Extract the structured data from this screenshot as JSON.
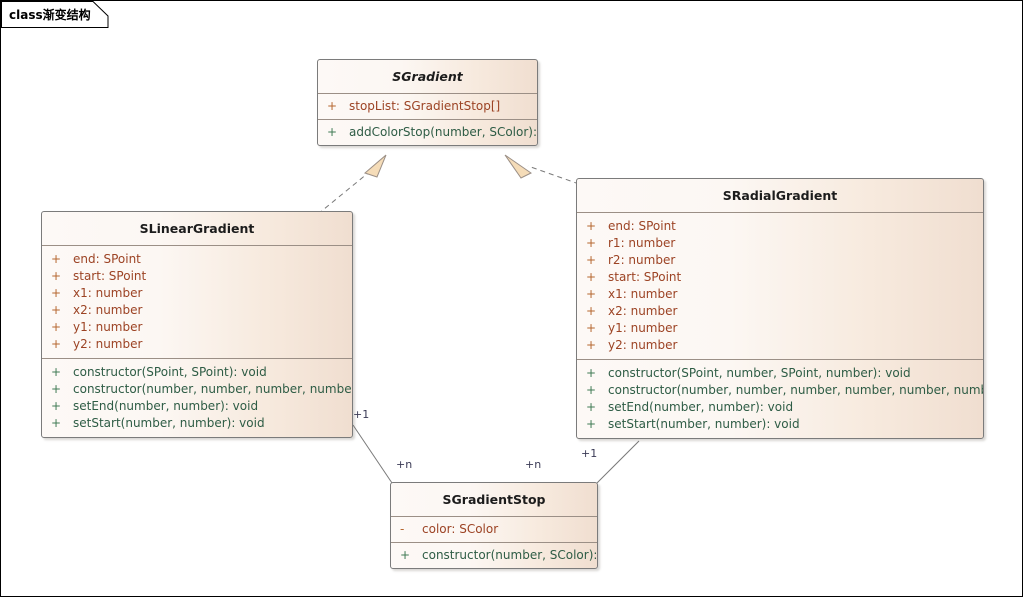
{
  "diagram": {
    "tab_label": "class渐变结构",
    "type": "uml-class-diagram",
    "colors": {
      "box_border": "#7b7b7b",
      "box_fill_left": "#fdf9f6",
      "box_fill_right": "#f0ded0",
      "attribute_text": "#9c4324",
      "attribute_visibility": "#b5662f",
      "operation_text": "#2e5c45",
      "operation_visibility": "#3f7a54",
      "connector": "#7a7a7a",
      "arrow_fill": "#f5dcb8",
      "multiplicity_text": "#3a3a55",
      "canvas": "#ffffff"
    }
  },
  "classes": {
    "sgradient": {
      "name": "SGradient",
      "abstract": true,
      "attributes": [
        {
          "visibility": "+",
          "text": "stopList: SGradientStop[]"
        }
      ],
      "operations": [
        {
          "visibility": "+",
          "text": "addColorStop(number, SColor): void"
        }
      ]
    },
    "slineargradient": {
      "name": "SLinearGradient",
      "abstract": false,
      "attributes": [
        {
          "visibility": "+",
          "text": "end: SPoint"
        },
        {
          "visibility": "+",
          "text": "start: SPoint"
        },
        {
          "visibility": "+",
          "text": "x1: number"
        },
        {
          "visibility": "+",
          "text": "x2: number"
        },
        {
          "visibility": "+",
          "text": "y1: number"
        },
        {
          "visibility": "+",
          "text": "y2: number"
        }
      ],
      "operations": [
        {
          "visibility": "+",
          "text": "constructor(SPoint, SPoint): void"
        },
        {
          "visibility": "+",
          "text": "constructor(number, number, number, number): void"
        },
        {
          "visibility": "+",
          "text": "setEnd(number, number): void"
        },
        {
          "visibility": "+",
          "text": "setStart(number, number): void"
        }
      ]
    },
    "sradialgradient": {
      "name": "SRadialGradient",
      "abstract": false,
      "attributes": [
        {
          "visibility": "+",
          "text": "end: SPoint"
        },
        {
          "visibility": "+",
          "text": "r1: number"
        },
        {
          "visibility": "+",
          "text": "r2: number"
        },
        {
          "visibility": "+",
          "text": "start: SPoint"
        },
        {
          "visibility": "+",
          "text": "x1: number"
        },
        {
          "visibility": "+",
          "text": "x2: number"
        },
        {
          "visibility": "+",
          "text": "y1: number"
        },
        {
          "visibility": "+",
          "text": "y2: number"
        }
      ],
      "operations": [
        {
          "visibility": "+",
          "text": "constructor(SPoint, number, SPoint, number): void"
        },
        {
          "visibility": "+",
          "text": "constructor(number, number, number, number, number, number): void"
        },
        {
          "visibility": "+",
          "text": "setEnd(number, number): void"
        },
        {
          "visibility": "+",
          "text": "setStart(number, number): void"
        }
      ]
    },
    "sgradientstop": {
      "name": "SGradientStop",
      "abstract": false,
      "attributes": [
        {
          "visibility": "-",
          "text": "color: SColor"
        }
      ],
      "operations": [
        {
          "visibility": "+",
          "text": "constructor(number, SColor): void"
        }
      ]
    }
  },
  "relationships": {
    "linear_realizes_gradient": {
      "kind": "realization",
      "from": "SLinearGradient",
      "to": "SGradient"
    },
    "radial_realizes_gradient": {
      "kind": "realization",
      "from": "SRadialGradient",
      "to": "SGradient"
    },
    "linear_to_stop": {
      "kind": "association",
      "from": "SLinearGradient",
      "to": "SGradientStop",
      "source_multiplicity": "+1",
      "target_multiplicity": "+n"
    },
    "radial_to_stop": {
      "kind": "association",
      "from": "SRadialGradient",
      "to": "SGradientStop",
      "source_multiplicity": "+1",
      "target_multiplicity": "+n"
    }
  }
}
